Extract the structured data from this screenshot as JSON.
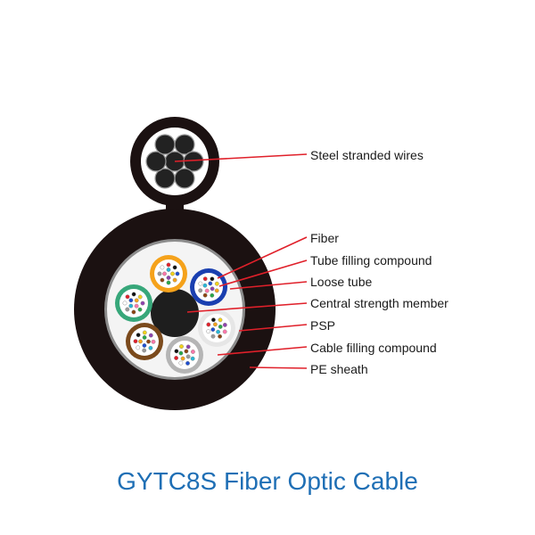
{
  "labels": {
    "steel_wires": "Steel stranded wires",
    "fiber": "Fiber",
    "tube_filling": "Tube filling compound",
    "loose_tube": "Loose tube",
    "central_member": "Central strength member",
    "psp": "PSP",
    "cable_filling": "Cable filling compound",
    "pe_sheath": "PE sheath"
  },
  "caption": "GYTC8S Fiber Optic Cable",
  "colors": {
    "sheath": "#1b1111",
    "leader": "#e0202a",
    "caption": "#1f6fb5",
    "tube_orange": "#f5a21b",
    "tube_blue": "#1a3fb0",
    "tube_green": "#37a77a",
    "tube_brown": "#7b4a1c",
    "tube_white": "#e6e6e6",
    "tube_grey": "#b5b5b5"
  }
}
